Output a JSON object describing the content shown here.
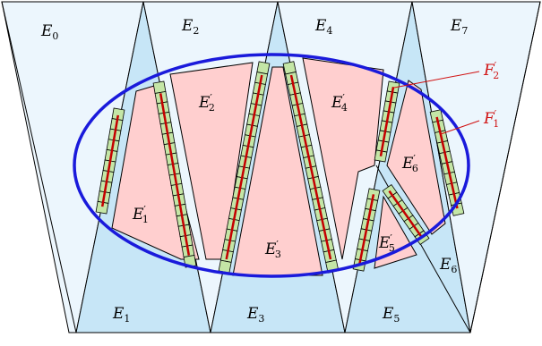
{
  "outer_labels": {
    "E0": {
      "base": "E",
      "sub": "0",
      "prime": ""
    },
    "E1": {
      "base": "E",
      "sub": "1",
      "prime": ""
    },
    "E2": {
      "base": "E",
      "sub": "2",
      "prime": ""
    },
    "E3": {
      "base": "E",
      "sub": "3",
      "prime": ""
    },
    "E4": {
      "base": "E",
      "sub": "4",
      "prime": ""
    },
    "E5": {
      "base": "E",
      "sub": "5",
      "prime": ""
    },
    "E6": {
      "base": "E",
      "sub": "6",
      "prime": ""
    },
    "E7": {
      "base": "E",
      "sub": "7",
      "prime": ""
    }
  },
  "inner_labels": {
    "E1p": {
      "base": "E",
      "sub": "1",
      "prime": "′"
    },
    "E2p": {
      "base": "E",
      "sub": "2",
      "prime": "′"
    },
    "E3p": {
      "base": "E",
      "sub": "3",
      "prime": "′"
    },
    "E4p": {
      "base": "E",
      "sub": "4",
      "prime": "′"
    },
    "E5p": {
      "base": "E",
      "sub": "5",
      "prime": "′"
    },
    "E6p": {
      "base": "E",
      "sub": "6",
      "prime": "′"
    }
  },
  "callouts": {
    "F2p": {
      "base": "F",
      "sub": "2",
      "prime": "′"
    },
    "F1p": {
      "base": "F",
      "sub": "1",
      "prime": "′"
    }
  },
  "colors": {
    "light_region": "#ecf6fd",
    "blue_region": "#c7e6f7",
    "pink_region": "#ffcfcf",
    "strip_fill": "#c4e6a6",
    "red_line": "#c40000",
    "ellipse": "#1a1adb",
    "callout_text": "#d01010"
  }
}
